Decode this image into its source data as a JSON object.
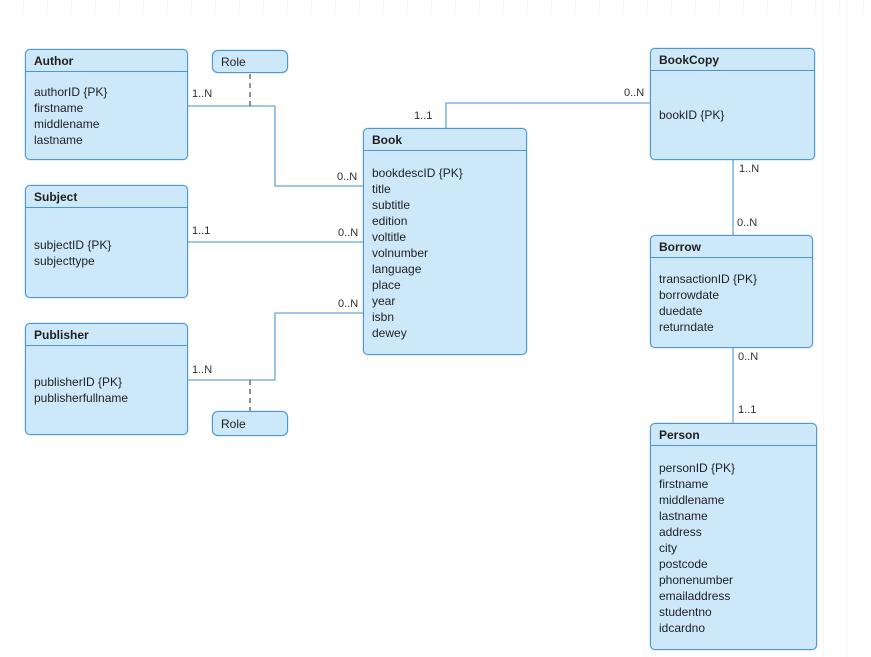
{
  "entities": [
    {
      "id": "author",
      "title": "Author",
      "attributes": [
        "authorID {PK}",
        "firstname",
        "middlename",
        "lastname"
      ]
    },
    {
      "id": "subject",
      "title": "Subject",
      "attributes": [
        "subjectID {PK}",
        "subjecttype"
      ]
    },
    {
      "id": "publisher",
      "title": "Publisher",
      "attributes": [
        "publisherID {PK}",
        "publisherfullname"
      ]
    },
    {
      "id": "role-top",
      "title": "Role",
      "attributes": []
    },
    {
      "id": "role-bottom",
      "title": "Role",
      "attributes": []
    },
    {
      "id": "book",
      "title": "Book",
      "attributes": [
        "bookdescID {PK}",
        "title",
        "subtitle",
        "edition",
        "voltitle",
        "volnumber",
        "language",
        "place",
        "year",
        "isbn",
        "dewey"
      ]
    },
    {
      "id": "bookcopy",
      "title": "BookCopy",
      "attributes": [
        "bookID {PK}"
      ]
    },
    {
      "id": "borrow",
      "title": "Borrow",
      "attributes": [
        "transactionID {PK}",
        "borrowdate",
        "duedate",
        "returndate"
      ]
    },
    {
      "id": "person",
      "title": "Person",
      "attributes": [
        "personID {PK}",
        "firstname",
        "middlename",
        "lastname",
        "address",
        "city",
        "postcode",
        "phonenumber",
        "emailaddress",
        "studentno",
        "idcardno"
      ]
    }
  ],
  "connectors": [
    {
      "id": "author-book",
      "from": "Author",
      "to": "Book",
      "style": "solid",
      "from_card": "1..N",
      "to_card": "0..N"
    },
    {
      "id": "subject-book",
      "from": "Subject",
      "to": "Book",
      "style": "solid",
      "from_card": "1..1",
      "to_card": "0..N"
    },
    {
      "id": "publisher-book",
      "from": "Publisher",
      "to": "Book",
      "style": "solid",
      "from_card": "1..N",
      "to_card": "0..N"
    },
    {
      "id": "book-bookcopy",
      "from": "Book",
      "to": "BookCopy",
      "style": "solid",
      "from_card": "1..1",
      "to_card": "0..N"
    },
    {
      "id": "bookcopy-borrow",
      "from": "BookCopy",
      "to": "Borrow",
      "style": "solid",
      "from_card": "1..N",
      "to_card": "0..N"
    },
    {
      "id": "borrow-person",
      "from": "Borrow",
      "to": "Person",
      "style": "solid",
      "from_card": "0..N",
      "to_card": "1..1"
    },
    {
      "id": "role-top-link",
      "from": "Role",
      "to": "author-book",
      "style": "dashed"
    },
    {
      "id": "role-bottom-link",
      "from": "Role",
      "to": "publisher-book",
      "style": "dashed"
    }
  ],
  "colors": {
    "entity_fill": "#cde9f9",
    "entity_border": "#4d96cf",
    "connector_line": "#6ba3d6",
    "dashed_line": "#4a4a4a",
    "text": "#1f1f1f",
    "label_text": "#2e2e2e",
    "background": "#ffffff"
  }
}
